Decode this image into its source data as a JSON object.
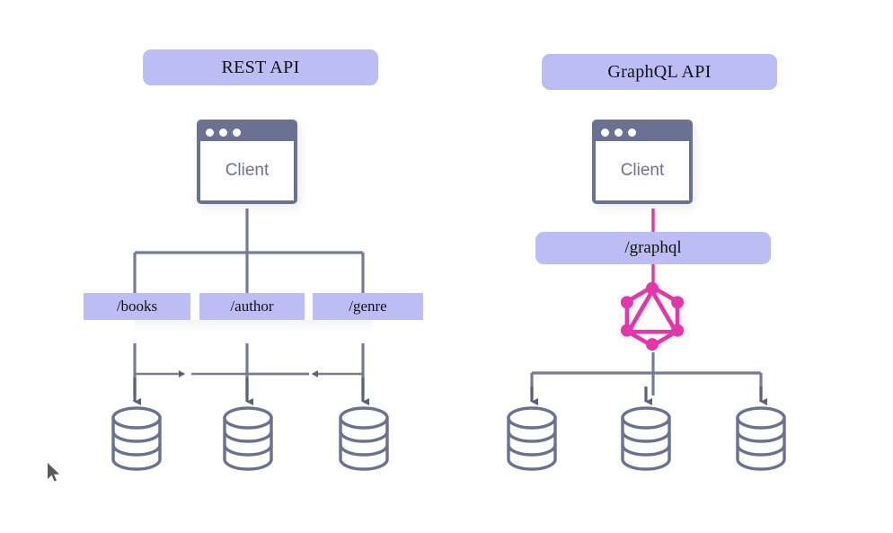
{
  "diagram": {
    "title": "REST API vs GraphQL API architecture comparison",
    "colors": {
      "lavender": "#bdbdf5",
      "slate": "#6b7192",
      "graphql_pink": "#e535ab",
      "line_gray": "#767b96",
      "text_dark": "#111111",
      "background": "#ffffff"
    }
  },
  "rest_panel": {
    "header": "REST API",
    "client": {
      "label": "Client",
      "window_dots": 3
    },
    "endpoints": [
      {
        "label": "/books"
      },
      {
        "label": "/author"
      },
      {
        "label": "/genre"
      }
    ],
    "databases": [
      {
        "label": "database-1"
      },
      {
        "label": "database-2"
      },
      {
        "label": "database-3"
      }
    ],
    "flow_notes": "Client branches to three endpoints; endpoints cross-link inward with arrows and each drops into its own database"
  },
  "graphql_panel": {
    "header": "GraphQL API",
    "client": {
      "label": "Client",
      "window_dots": 3
    },
    "endpoint": {
      "label": "/graphql"
    },
    "logo": {
      "name": "graphql-logo",
      "color": "#e535ab"
    },
    "databases": [
      {
        "label": "database-1"
      },
      {
        "label": "database-2"
      },
      {
        "label": "database-3"
      }
    ],
    "flow_notes": "Client connects through a single /graphql endpoint and resolver layer that fans out to three databases"
  },
  "cursor": {
    "name": "mouse-pointer"
  }
}
